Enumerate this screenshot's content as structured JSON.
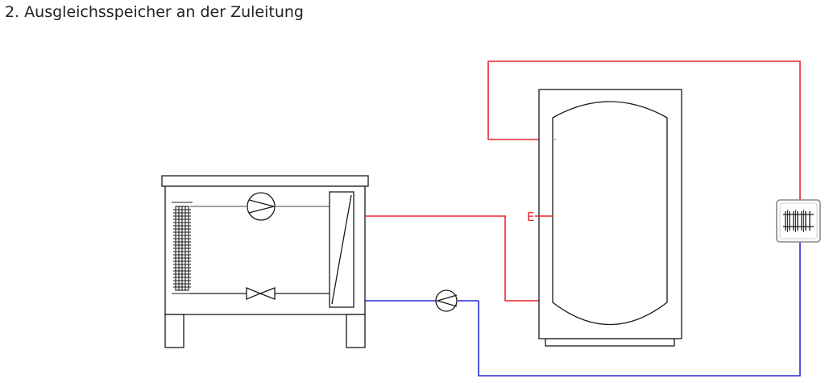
{
  "heading": "2. Ausgleichsspeicher an der Zuleitung",
  "diagram": {
    "sensor_label": "E",
    "colors": {
      "supply_line": "#e8262a",
      "return_line": "#2a2ad0",
      "equipment_outline": "#1a1a1a",
      "refrigerant_line": "#a0a0a0"
    },
    "components": [
      "heat-pump",
      "evaporator",
      "compressor",
      "expansion-valve",
      "condenser",
      "circulation-pump",
      "buffer-tank",
      "radiator"
    ]
  }
}
